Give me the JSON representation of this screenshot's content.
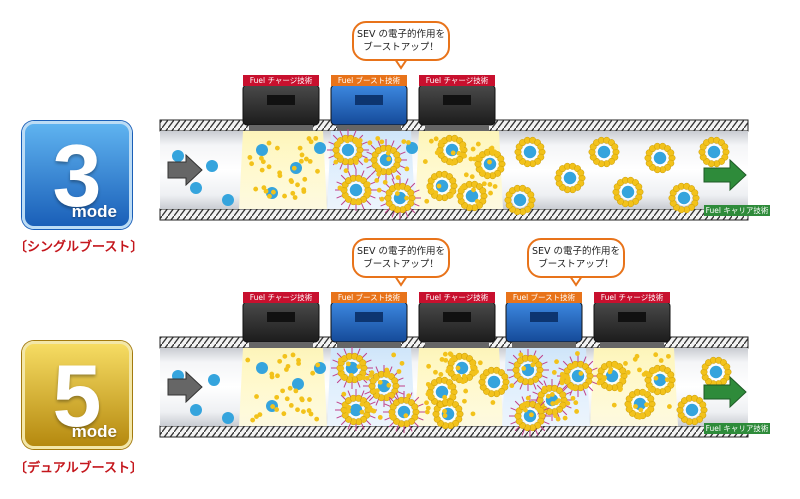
{
  "diagrams": [
    {
      "mode_number": "3",
      "mode_label": "mode",
      "caption": "〔シングルブースト〕",
      "tags": [
        {
          "text": "Fuel チャージ技術",
          "kind": "charge"
        },
        {
          "text": "Fuel ブースト技術",
          "kind": "boost"
        },
        {
          "text": "Fuel チャージ技術",
          "kind": "charge"
        }
      ],
      "bubbles": [
        {
          "line1": "SEV の電子的作用を",
          "line2": "ブーストアップ！"
        }
      ],
      "carrier_label": "Fuel キャリア技術"
    },
    {
      "mode_number": "5",
      "mode_label": "mode",
      "caption": "〔デュアルブースト〕",
      "tags": [
        {
          "text": "Fuel チャージ技術",
          "kind": "charge"
        },
        {
          "text": "Fuel ブースト技術",
          "kind": "boost"
        },
        {
          "text": "Fuel チャージ技術",
          "kind": "charge"
        },
        {
          "text": "Fuel ブースト技術",
          "kind": "boost"
        },
        {
          "text": "Fuel チャージ技術",
          "kind": "charge"
        }
      ],
      "bubbles": [
        {
          "line1": "SEV の電子的作用を",
          "line2": "ブーストアップ！"
        },
        {
          "line1": "SEV の電子的作用を",
          "line2": "ブーストアップ！"
        }
      ],
      "carrier_label": "Fuel キャリア技術"
    }
  ],
  "colors": {
    "badge3": "#1a73c8",
    "badge5": "#c9a21a",
    "caption": "#c4161c",
    "charge_tag": "#c8102e",
    "boost_tag": "#e8731a",
    "carrier_tag": "#2e8b3a",
    "device_charge": "#2b2b2b",
    "device_boost": "#1e5fb8",
    "particle": "#35a4dd",
    "dot": "#f2c21b",
    "arrow_green": "#2e8b3a"
  }
}
